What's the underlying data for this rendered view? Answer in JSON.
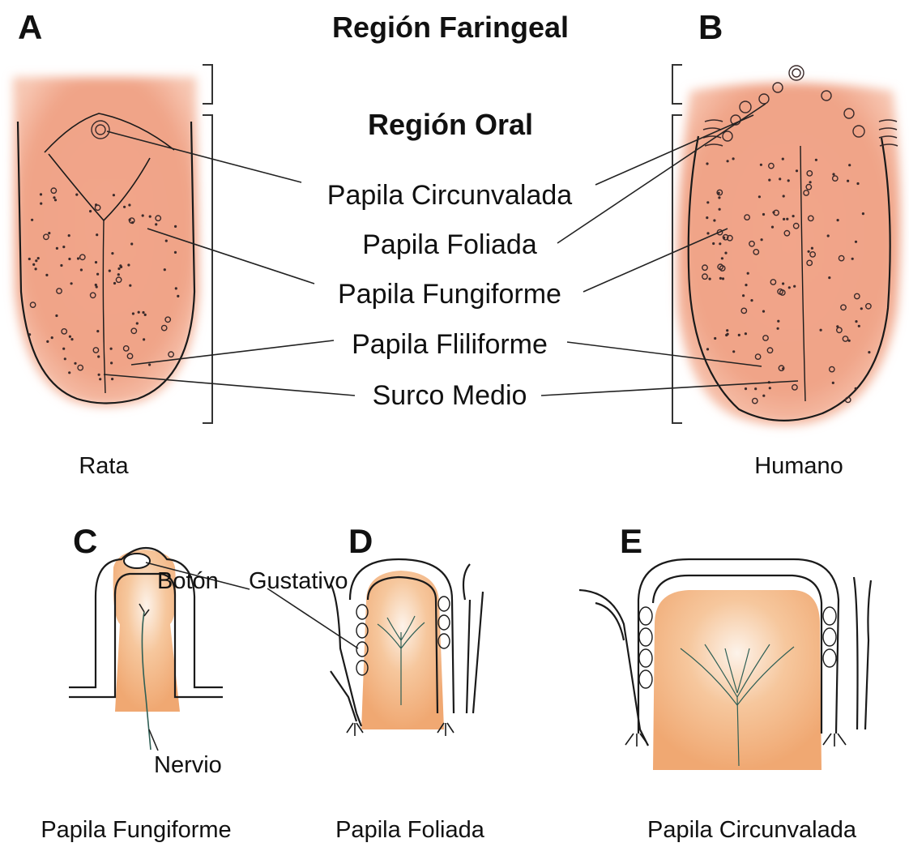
{
  "panels": {
    "a": "A",
    "b": "B",
    "c": "C",
    "d": "D",
    "e": "E"
  },
  "regions": {
    "pharyngeal": "Región Faringeal",
    "oral": "Región Oral"
  },
  "callouts": {
    "circumvallate": "Papila Circunvalada",
    "foliate": "Papila Foliada",
    "fungiform": "Papila Fungiforme",
    "filiform": "Papila Fliliforme",
    "median_sulcus": "Surco Medio"
  },
  "species": {
    "rat": "Rata",
    "human": "Humano"
  },
  "detail_labels": {
    "button": "Botón",
    "gustatory": "Gustativo",
    "nerve": "Nervio"
  },
  "captions": {
    "fungiform": "Papila Fungiforme",
    "foliate": "Papila Foliada",
    "circumvallate": "Papila Circunvalada"
  },
  "colors": {
    "tongue": "#f0a488",
    "papilla": "#f3b27e",
    "ink": "#111111"
  }
}
